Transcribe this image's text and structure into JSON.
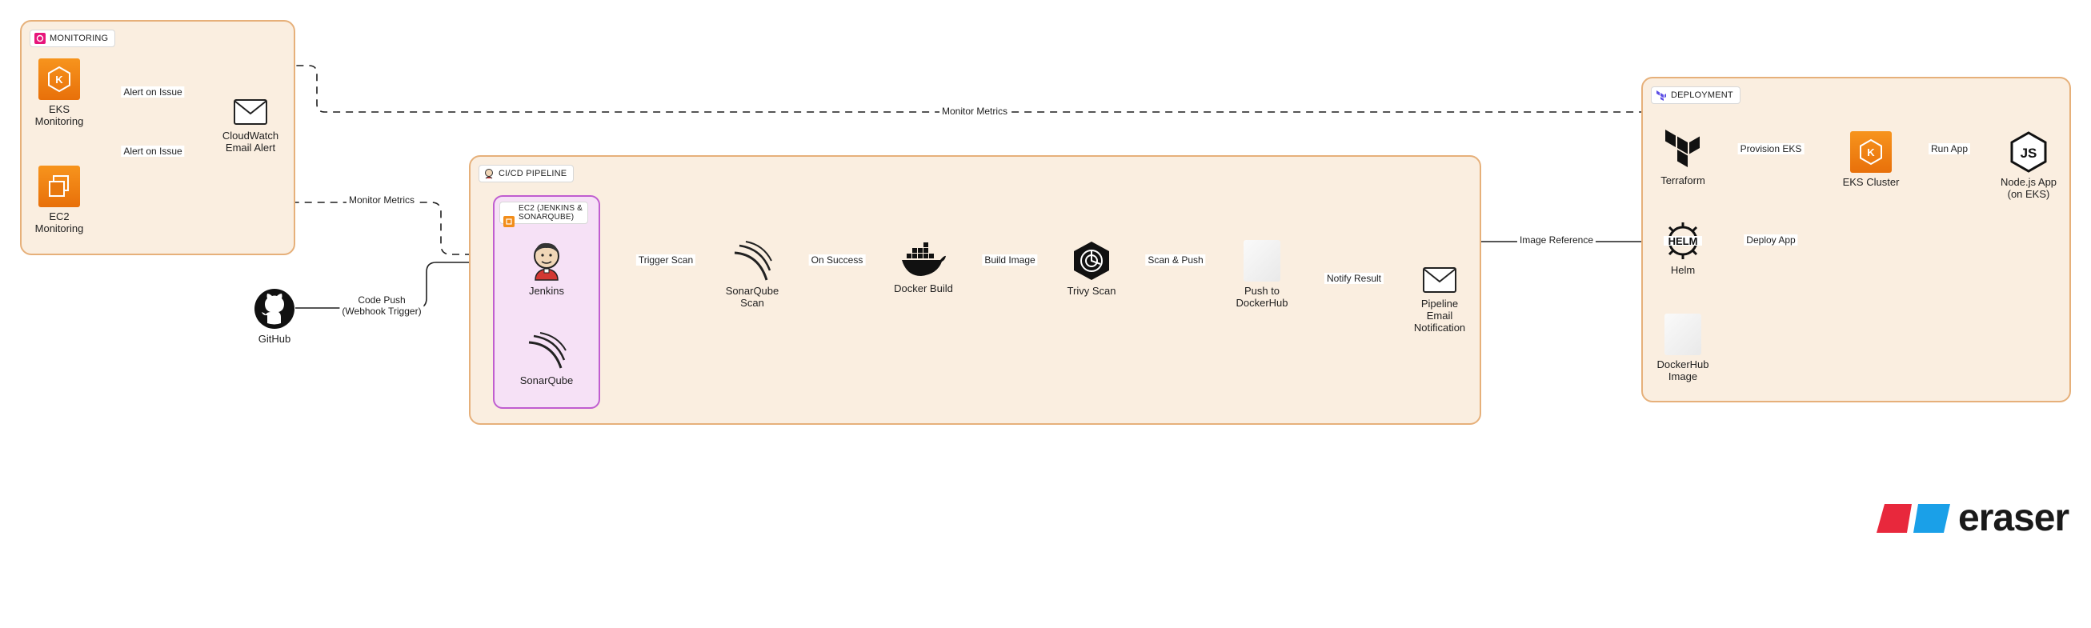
{
  "groups": {
    "monitoring": "MONITORING",
    "cicd": "CI/CD PIPELINE",
    "ec2": "EC2 (JENKINS &\nSONARQUBE)",
    "deployment": "DEPLOYMENT"
  },
  "nodes": {
    "eks_monitoring": "EKS\nMonitoring",
    "ec2_monitoring": "EC2\nMonitoring",
    "cloudwatch": "CloudWatch\nEmail Alert",
    "github": "GitHub",
    "jenkins": "Jenkins",
    "sonarqube": "SonarQube",
    "sonarqube_scan": "SonarQube\nScan",
    "docker_build": "Docker Build",
    "trivy_scan": "Trivy Scan",
    "push_dockerhub": "Push to\nDockerHub",
    "pipeline_email": "Pipeline\nEmail\nNotification",
    "terraform": "Terraform",
    "helm": "Helm",
    "dockerhub_image": "DockerHub\nImage",
    "eks_cluster": "EKS Cluster",
    "nodejs_app": "Node.js App\n(on EKS)"
  },
  "edges": {
    "alert1": "Alert on Issue",
    "alert2": "Alert on Issue",
    "monitor_metrics_top": "Monitor Metrics",
    "monitor_metrics_left": "Monitor Metrics",
    "code_push": "Code Push\n(Webhook Trigger)",
    "trigger_scan": "Trigger Scan",
    "on_success": "On Success",
    "build_image": "Build Image",
    "scan_push": "Scan & Push",
    "notify_result": "Notify Result",
    "image_reference": "Image Reference",
    "provision_eks": "Provision EKS",
    "deploy_app": "Deploy App",
    "run_app": "Run App"
  },
  "logo": {
    "text": "eraser"
  },
  "colors": {
    "group_fill": "#faeee0",
    "group_border": "#e6b07a",
    "ec2_fill": "#f6e1f6",
    "ec2_border": "#c05ed0",
    "aws_orange": "#f28d1a",
    "logo_red": "#e8283c",
    "logo_blue": "#1aa0e8"
  }
}
